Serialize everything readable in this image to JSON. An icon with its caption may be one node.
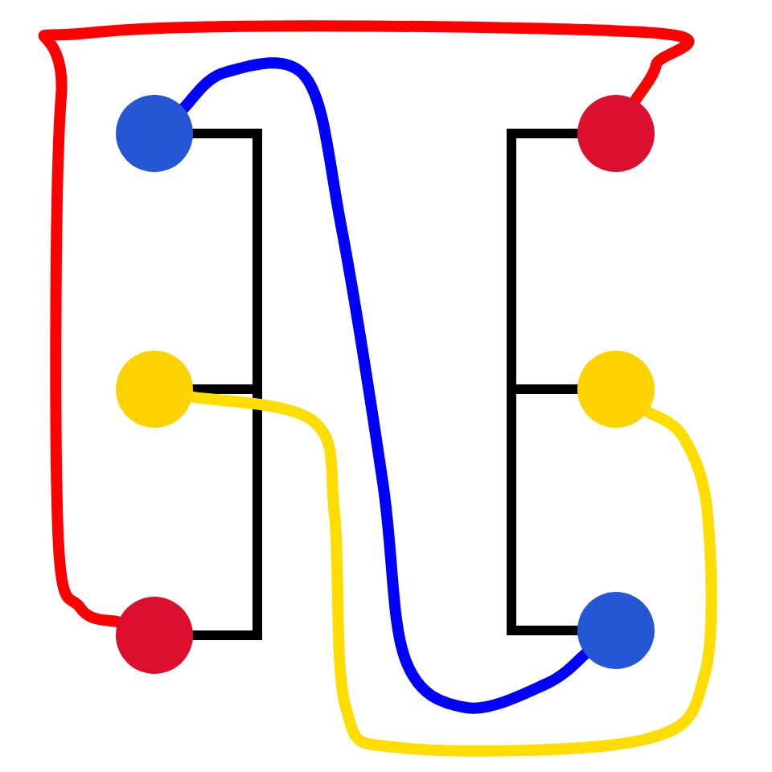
{
  "diagram": {
    "nodes": [
      {
        "text": [],
        "shape": "circle"
      },
      {
        "text": [],
        "shape": "circle"
      },
      {
        "text": [],
        "shape": "circle"
      },
      {
        "text": [],
        "shape": "circle"
      },
      {
        "text": [],
        "shape": "circle"
      },
      {
        "text": [],
        "shape": "circle"
      }
    ],
    "edges": [
      {
        "from": 0,
        "to": 2,
        "arrow": "none"
      },
      {
        "from": 2,
        "to": 4,
        "arrow": "none"
      },
      {
        "from": 1,
        "to": 3,
        "arrow": "none"
      },
      {
        "from": 3,
        "to": 5,
        "arrow": "none"
      },
      {
        "from": 4,
        "to": 1,
        "arrow": "none",
        "color": "#ff0000"
      },
      {
        "from": 0,
        "to": 5,
        "arrow": "none",
        "color": "#0000ff"
      },
      {
        "from": 2,
        "to": 3,
        "arrow": "none",
        "color": "#ffdd00"
      }
    ]
  }
}
